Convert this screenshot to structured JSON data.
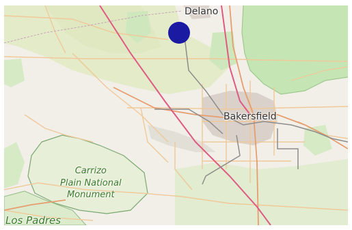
{
  "map": {
    "labels": {
      "delano": "Delano",
      "bakersfield": "Bakersfield",
      "carrizo_line1": "Carrizo",
      "carrizo_line2": "Plain National",
      "carrizo_line3": "Monument",
      "los_padres": "Los Padres"
    },
    "colors": {
      "land": "#f2efe9",
      "farmland": "#e3eac4",
      "forest": "#c4e4b3",
      "park_border": "#6f9e6a",
      "park_text": "#3c7a2d",
      "urban": "#d9d0c9",
      "motorway": "#e0527e",
      "trunk": "#e8a073",
      "secondary": "#f4d3a3",
      "rail": "#888888",
      "marker": "#1a1aa3"
    },
    "marker": {
      "label": "location-marker"
    }
  }
}
